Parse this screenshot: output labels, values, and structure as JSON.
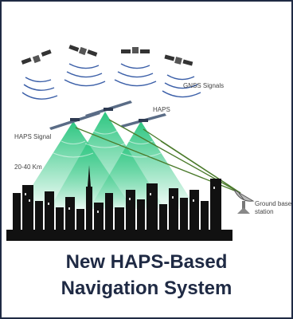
{
  "labels": {
    "gnss": "GNSS Signals",
    "haps_signal": "HAPS Signal",
    "haps": "HAPS",
    "altitude": "20-40 Km",
    "ground_base": "Ground base",
    "station": "station"
  },
  "caption": {
    "line1": "New HAPS-Based",
    "line2": "Navigation System"
  },
  "colors": {
    "beam": "#22c37a",
    "link": "#4a7a2a",
    "city": "#111111",
    "text": "#1f2a44"
  }
}
